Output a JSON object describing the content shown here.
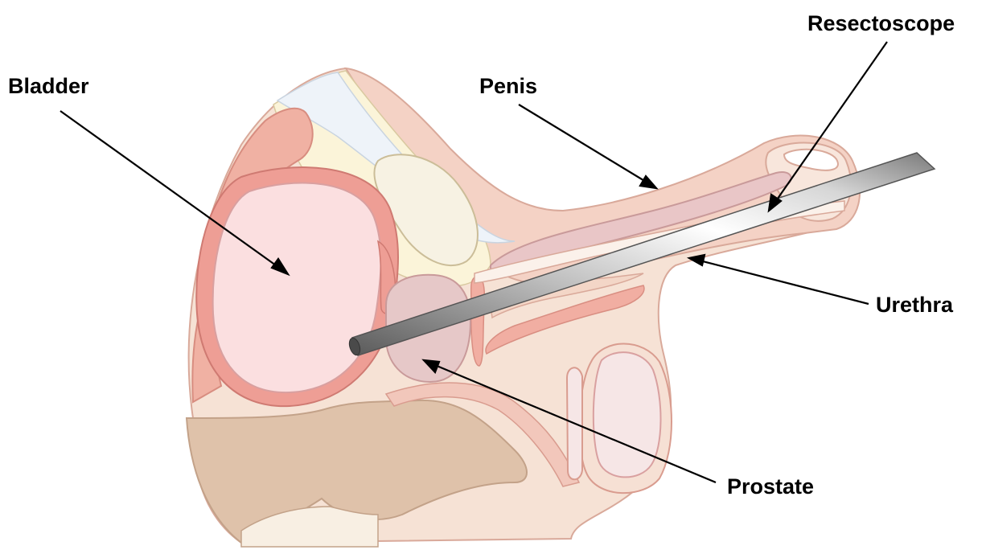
{
  "diagram": {
    "labels": {
      "bladder": "Bladder",
      "penis": "Penis",
      "resectoscope": "Resectoscope",
      "urethra": "Urethra",
      "prostate": "Prostate"
    }
  }
}
